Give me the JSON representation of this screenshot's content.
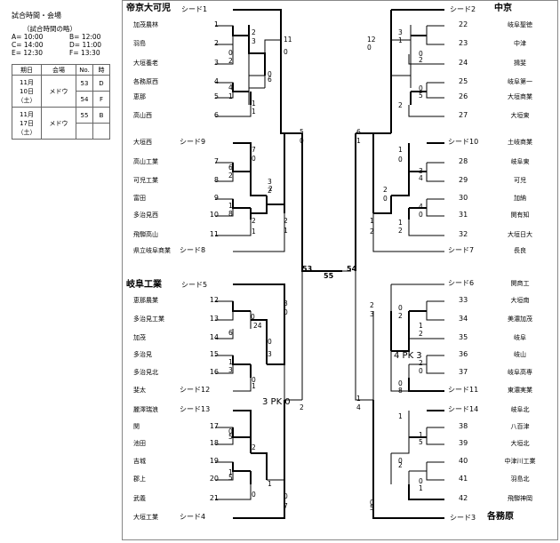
{
  "info": {
    "title": "試合時間・会場",
    "abbr_title": "（試合時間の略）",
    "times": [
      {
        "code": "A= 10:00"
      },
      {
        "code": "B= 12:00"
      },
      {
        "code": "C= 14:00"
      },
      {
        "code": "D= 11:00"
      },
      {
        "code": "E= 12:30"
      },
      {
        "code": "F= 13:30"
      }
    ]
  },
  "schedule": {
    "headers": [
      "期日",
      "会場",
      "No.",
      "時"
    ],
    "rows": [
      {
        "date_line1": "11月",
        "date_line2": "10日",
        "date_line3": "（土）",
        "venue": "メドウ",
        "no": "53",
        "time": "D"
      },
      {
        "no": "54",
        "time": "F"
      },
      {
        "date_line1": "11月",
        "date_line2": "17日",
        "date_line3": "（土）",
        "venue": "メドウ",
        "no": "55",
        "time": "B"
      }
    ]
  },
  "seeds": {
    "s1": "帝京大可児",
    "s2": "中京",
    "s3": "各務原",
    "s5": "岐阜工業"
  },
  "left_teams": [
    {
      "name": "加茂農林",
      "no": "1"
    },
    {
      "name": "羽島",
      "no": "2"
    },
    {
      "name": "大垣養老",
      "no": "3"
    },
    {
      "name": "各務原西",
      "no": "4"
    },
    {
      "name": "恵那",
      "no": "5"
    },
    {
      "name": "高山西",
      "no": "6"
    },
    {
      "name": "大垣西",
      "no": "シード9"
    },
    {
      "name": "高山工業",
      "no": "7"
    },
    {
      "name": "可児工業",
      "no": "8"
    },
    {
      "name": "富田",
      "no": "9"
    },
    {
      "name": "多治見西",
      "no": "10"
    },
    {
      "name": "飛騨高山",
      "no": "11"
    },
    {
      "name": "県立岐阜商業",
      "no": "シード8"
    },
    {
      "name": "恵那農業",
      "no": "12"
    },
    {
      "name": "多治見工業",
      "no": "13"
    },
    {
      "name": "加茂",
      "no": "14"
    },
    {
      "name": "多治見",
      "no": "15"
    },
    {
      "name": "多治見北",
      "no": "16"
    },
    {
      "name": "斐太",
      "no": "シード12"
    },
    {
      "name": "麗澤瑞浪",
      "no": "シード13"
    },
    {
      "name": "関",
      "no": "17"
    },
    {
      "name": "池田",
      "no": "18"
    },
    {
      "name": "吉城",
      "no": "19"
    },
    {
      "name": "郡上",
      "no": "20"
    },
    {
      "name": "武義",
      "no": "21"
    },
    {
      "name": "大垣工業",
      "no": "シード4"
    }
  ],
  "left_seed_labels": {
    "top": "シード1",
    "s5": "シード5"
  },
  "right_teams": [
    {
      "name": "岐阜聖徳",
      "no": "22"
    },
    {
      "name": "中津",
      "no": "23"
    },
    {
      "name": "揖斐",
      "no": "24"
    },
    {
      "name": "岐阜第一",
      "no": "25"
    },
    {
      "name": "大垣商業",
      "no": "26"
    },
    {
      "name": "大垣東",
      "no": "27"
    },
    {
      "name": "土岐商業",
      "no": "シード10"
    },
    {
      "name": "岐阜東",
      "no": "28"
    },
    {
      "name": "可児",
      "no": "29"
    },
    {
      "name": "加納",
      "no": "30"
    },
    {
      "name": "関有知",
      "no": "31"
    },
    {
      "name": "大垣日大",
      "no": "32"
    },
    {
      "name": "長良",
      "no": "シード7"
    },
    {
      "name": "関商工",
      "no": "シード6"
    },
    {
      "name": "大垣南",
      "no": "33"
    },
    {
      "name": "美濃加茂",
      "no": "34"
    },
    {
      "name": "岐阜",
      "no": "35"
    },
    {
      "name": "岐山",
      "no": "36"
    },
    {
      "name": "岐阜高専",
      "no": "37"
    },
    {
      "name": "東濃実業",
      "no": "シード11"
    },
    {
      "name": "岐阜北",
      "no": "シード14"
    },
    {
      "name": "八百津",
      "no": "38"
    },
    {
      "name": "大垣北",
      "no": "39"
    },
    {
      "name": "中津川工業",
      "no": "40"
    },
    {
      "name": "羽島北",
      "no": "41"
    },
    {
      "name": "飛騨神岡",
      "no": "42"
    }
  ],
  "right_seed_labels": {
    "top": "シード2",
    "bottom": "シード3"
  },
  "match_nos": {
    "m53": "53",
    "m55": "55",
    "m54": "54"
  },
  "pk": {
    "left": "3 PK 0",
    "right": "4 PK 3"
  }
}
